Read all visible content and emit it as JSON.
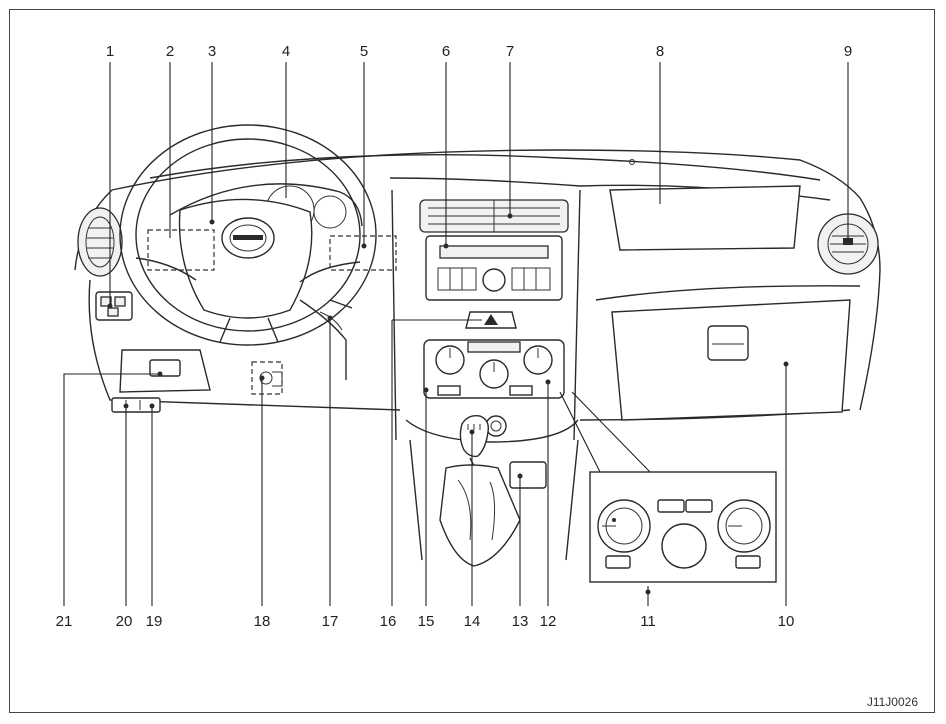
{
  "diagram": {
    "callouts": [
      "1",
      "2",
      "3",
      "4",
      "5",
      "6",
      "7",
      "8",
      "9",
      "10",
      "11",
      "12",
      "13",
      "14",
      "15",
      "16",
      "17",
      "18",
      "19",
      "20",
      "21"
    ],
    "figure_code": "J11J0026"
  }
}
